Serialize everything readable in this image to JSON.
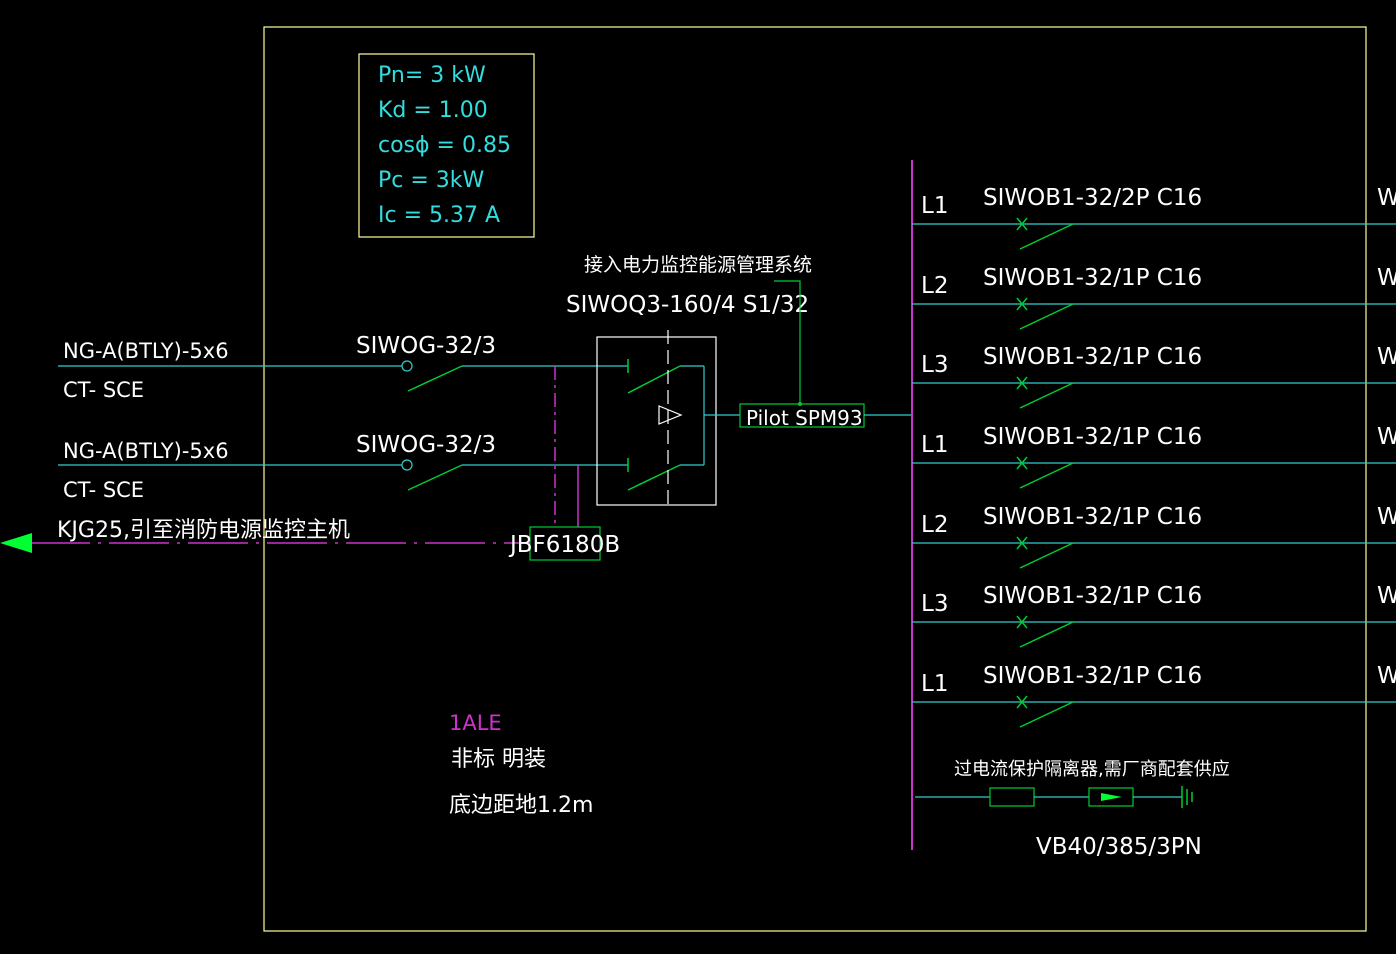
{
  "colors": {
    "background": "#000000",
    "frame": "#ffff99",
    "wire": "#33cccc",
    "green": "#00cc33",
    "magenta": "#cc33cc",
    "white": "#ffffff",
    "cyan_text": "#33dddd"
  },
  "params": {
    "pn": "Pn= 3 kW",
    "kd": "Kd = 1.00",
    "cos": "cosϕ = 0.85",
    "pc": "Pc = 3kW",
    "ic": "Ic = 5.37 A"
  },
  "incoming": [
    {
      "cable": "NG-A(BTLY)-5x6",
      "conduit": "CT- SCE",
      "breaker": "SIWOG-32/3"
    },
    {
      "cable": "NG-A(BTLY)-5x6",
      "conduit": "CT- SCE",
      "breaker": "SIWOG-32/3"
    }
  ],
  "ats": {
    "note": "接入电力监控能源管理系统",
    "model": "SIWOQ3-160/4 S1/32"
  },
  "meter": "Pilot SPM93",
  "fire_link": {
    "cable": "KJG25,引至消防电源监控主机",
    "module": "JBF6180B"
  },
  "panel": {
    "code": "1ALE",
    "install": "非标 明装",
    "height": "底边距地1.2m"
  },
  "outgoing": [
    {
      "phase": "L1",
      "breaker": "SIWOB1-32/2P C16",
      "tag": "W"
    },
    {
      "phase": "L2",
      "breaker": "SIWOB1-32/1P C16",
      "tag": "W"
    },
    {
      "phase": "L3",
      "breaker": "SIWOB1-32/1P C16",
      "tag": "W"
    },
    {
      "phase": "L1",
      "breaker": "SIWOB1-32/1P C16",
      "tag": "W"
    },
    {
      "phase": "L2",
      "breaker": "SIWOB1-32/1P C16",
      "tag": "W"
    },
    {
      "phase": "L3",
      "breaker": "SIWOB1-32/1P C16",
      "tag": "W"
    },
    {
      "phase": "L1",
      "breaker": "SIWOB1-32/1P C16",
      "tag": "W"
    }
  ],
  "spd": {
    "note": "过电流保护隔离器,需厂商配套供应",
    "model": "VB40/385/3PN"
  }
}
